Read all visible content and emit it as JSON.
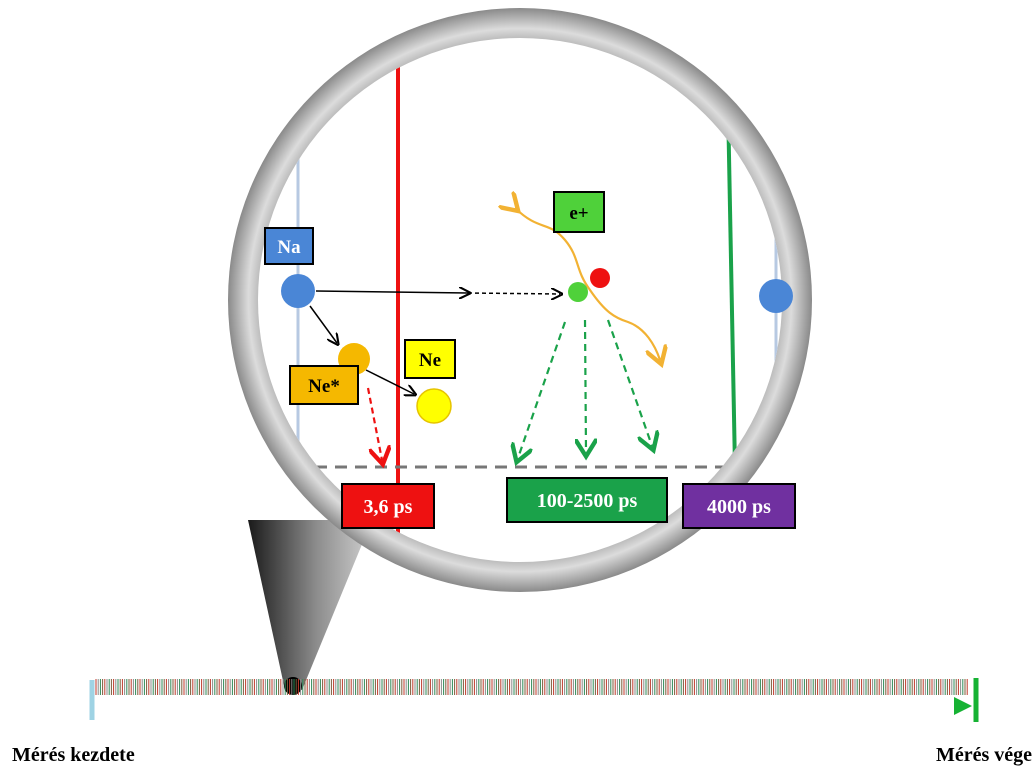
{
  "labels": {
    "na": "Na",
    "ne": "Ne",
    "ne_excited": "Ne*",
    "positron": "e+",
    "t_short": "3,6 ps",
    "t_mid": "100-2500 ps",
    "t_long": "4000 ps"
  },
  "axis": {
    "start": "Mérés kezdete",
    "end": "Mérés vége"
  },
  "colors": {
    "red": "#ee1111",
    "green": "#1aa24a",
    "purple": "#7030a0",
    "sodium": "#4a86d6",
    "neon_excited": "#f5b800",
    "neon": "#ffff00",
    "positron_box": "#4fd13a",
    "orange_wave": "#f2b233"
  }
}
